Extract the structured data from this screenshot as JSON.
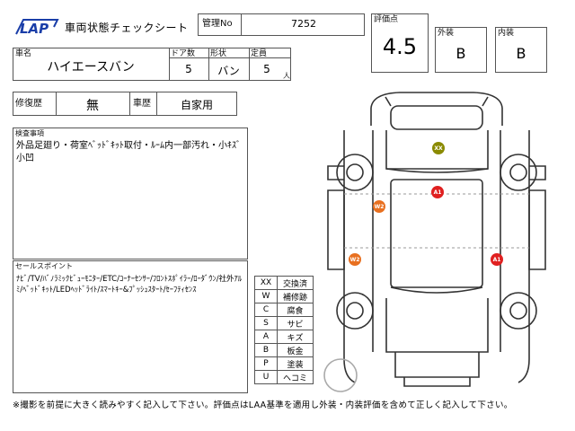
{
  "header": {
    "logo_text": "LAP",
    "title": "車両状態チェックシート",
    "mgmt_label": "管理No",
    "mgmt_value": "7252"
  },
  "grade": {
    "label": "評価点",
    "value": "4.5",
    "exterior_label": "外装",
    "exterior_value": "B",
    "interior_label": "内装",
    "interior_value": "B"
  },
  "vehicle": {
    "name_label": "車名",
    "name_value": "ハイエースバン",
    "doors_label": "ドア数",
    "doors_value": "5",
    "shape_label": "形状",
    "shape_value": "バン",
    "capacity_label": "定員",
    "capacity_value": "5",
    "capacity_unit": "人"
  },
  "history": {
    "repair_label": "修復歴",
    "repair_value": "無",
    "usage_label": "車歴",
    "usage_value": "自家用"
  },
  "inspection": {
    "label": "検査事項",
    "text": "外品足廻り・荷室ﾍﾞｯﾄﾞｷｯﾄ取付・ﾙｰﾑ内一部汚れ・小ｷｽﾞ小凹"
  },
  "sales": {
    "label": "セールスポイント",
    "text": "ﾅﾋﾞ/TV/ﾊﾞﾉﾗﾐｯｸﾋﾞｭｰﾓﾆﾀｰ/ETC/ｺｰﾅｰｾﾝｻｰ/ﾌﾛﾝﾄｽﾎﾟｲﾗｰ/ﾛｰﾀﾞｳﾝ/社外ｱﾙﾐ/ﾍﾞｯﾄﾞｷｯﾄ/LEDﾍｯﾄﾞﾗｲﾄ/ｽﾏｰﾄｷｰ&ﾌﾟｯｼｭｽﾀｰﾄ/ｾｰﾌﾃｨｾﾝｽ"
  },
  "legend": [
    {
      "code": "XX",
      "meaning": "交換済"
    },
    {
      "code": "W",
      "meaning": "補修跡"
    },
    {
      "code": "C",
      "meaning": "腐食"
    },
    {
      "code": "S",
      "meaning": "サビ"
    },
    {
      "code": "A",
      "meaning": "キズ"
    },
    {
      "code": "B",
      "meaning": "板金"
    },
    {
      "code": "P",
      "meaning": "塗装"
    },
    {
      "code": "U",
      "meaning": "ヘコミ"
    }
  ],
  "damage_markers": [
    {
      "code": "XX",
      "color": "#8a8a00"
    },
    {
      "code": "A1",
      "color": "#e02020"
    },
    {
      "code": "W2",
      "color": "#e87020"
    },
    {
      "code": "W2",
      "color": "#e87020"
    },
    {
      "code": "A1",
      "color": "#e02020"
    }
  ],
  "footer": "※撮影を前提に大きく読みやすく記入して下さい。評価点はLAA基準を適用し外装・内装評価を含めて正しく記入して下さい。"
}
